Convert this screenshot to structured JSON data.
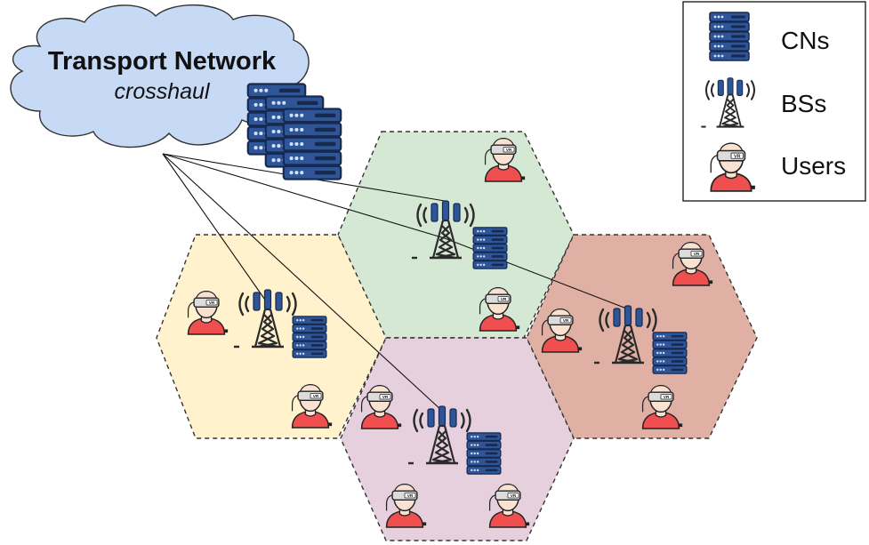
{
  "cloud": {
    "title": "Transport Network",
    "subtitle": "crosshaul"
  },
  "legend": {
    "items": [
      {
        "icon": "server-rack-icon",
        "label": "CNs"
      },
      {
        "icon": "cell-tower-icon",
        "label": "BSs"
      },
      {
        "icon": "vr-user-icon",
        "label": "Users"
      }
    ]
  },
  "cells": [
    {
      "name": "green",
      "color": "#d5e8d4"
    },
    {
      "name": "yellow",
      "color": "#fff2cc"
    },
    {
      "name": "pink",
      "color": "#e6d0de"
    },
    {
      "name": "red",
      "color": "#e0b0a5"
    }
  ],
  "colors": {
    "server": "#2e5597",
    "server_light": "#4f7ec0",
    "tower": "#3a3a3a",
    "user_shirt": "#ef4f4f",
    "user_skin": "#f9e2d2",
    "headset": "#dcdcdc",
    "cloud": "#c6d9f5"
  },
  "headset_label": "VR"
}
